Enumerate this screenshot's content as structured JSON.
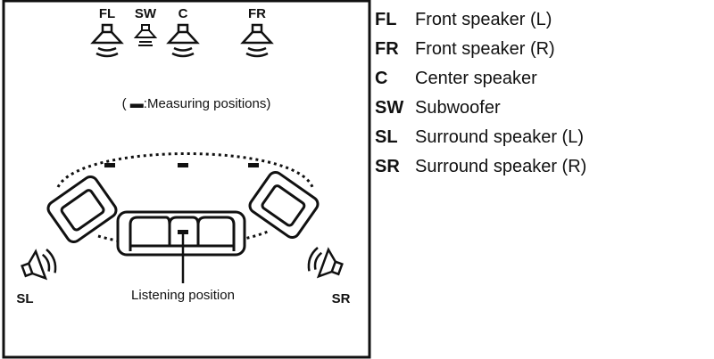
{
  "diagram": {
    "speakers": {
      "fl": "FL",
      "sw": "SW",
      "c": "C",
      "fr": "FR",
      "sl": "SL",
      "sr": "SR"
    },
    "legend_note": "( ▬:Measuring positions)",
    "listening_label": "Listening position"
  },
  "legend": [
    {
      "abbr": "FL",
      "desc": "Front speaker (L)"
    },
    {
      "abbr": "FR",
      "desc": "Front speaker (R)"
    },
    {
      "abbr": "C",
      "desc": "Center speaker"
    },
    {
      "abbr": "SW",
      "desc": "Subwoofer"
    },
    {
      "abbr": "SL",
      "desc": "Surround speaker (L)"
    },
    {
      "abbr": "SR",
      "desc": "Surround speaker (R)"
    }
  ],
  "colors": {
    "ink": "#111111",
    "background": "#ffffff"
  }
}
